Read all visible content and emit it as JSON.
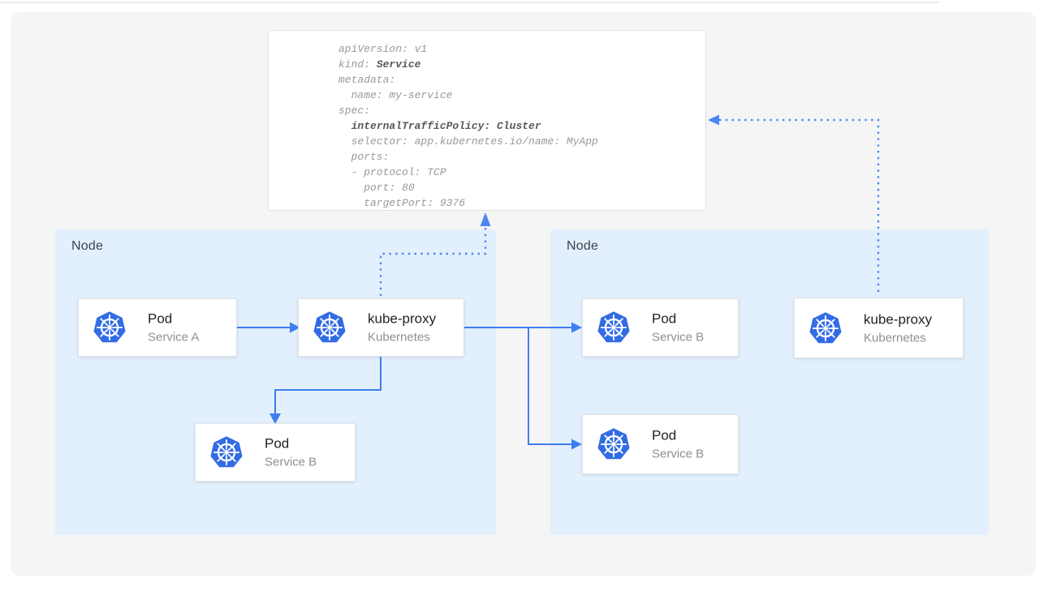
{
  "colors": {
    "accent_blue": "#3e7df2",
    "accent_dotted": "#4e86f4",
    "k8s_blue": "#326ce5",
    "node_bg": "#e2effc",
    "panel_bg": "#f5f5f6",
    "card_border": "#e3e4e7",
    "code_regular": "#97999d",
    "code_bold": "#56585c",
    "title_color": "#212328",
    "subtitle_color": "#8b9095",
    "node_label_color": "#3e444c"
  },
  "code_panel": {
    "lines": [
      [
        {
          "t": "apiVersion: v1"
        }
      ],
      [
        {
          "t": "kind: "
        },
        {
          "t": "Service",
          "b": true
        }
      ],
      [
        {
          "t": "metadata:"
        }
      ],
      [
        {
          "t": "  name: my-service"
        }
      ],
      [
        {
          "t": "spec:"
        }
      ],
      [
        {
          "t": "  "
        },
        {
          "t": "internalTrafficPolicy: Cluster",
          "b": true
        }
      ],
      [
        {
          "t": "  selector: app.kubernetes.io/name: MyApp"
        }
      ],
      [
        {
          "t": "  ports:"
        }
      ],
      [
        {
          "t": "  - protocol: TCP"
        }
      ],
      [
        {
          "t": "    port: 80"
        }
      ],
      [
        {
          "t": "    targetPort: 9376"
        }
      ]
    ]
  },
  "nodes": {
    "left": {
      "label": "Node"
    },
    "right": {
      "label": "Node"
    }
  },
  "cards": {
    "pod_service_a": {
      "title": "Pod",
      "subtitle": "Service A"
    },
    "kube_proxy_left": {
      "title": "kube-proxy",
      "subtitle": "Kubernetes"
    },
    "pod_service_b_left": {
      "title": "Pod",
      "subtitle": "Service B"
    },
    "pod_service_b_right_top": {
      "title": "Pod",
      "subtitle": "Service B"
    },
    "pod_service_b_right_bottom": {
      "title": "Pod",
      "subtitle": "Service B"
    },
    "kube_proxy_right": {
      "title": "kube-proxy",
      "subtitle": "Kubernetes"
    }
  },
  "icons": {
    "kubernetes": "kubernetes-helm-icon"
  }
}
